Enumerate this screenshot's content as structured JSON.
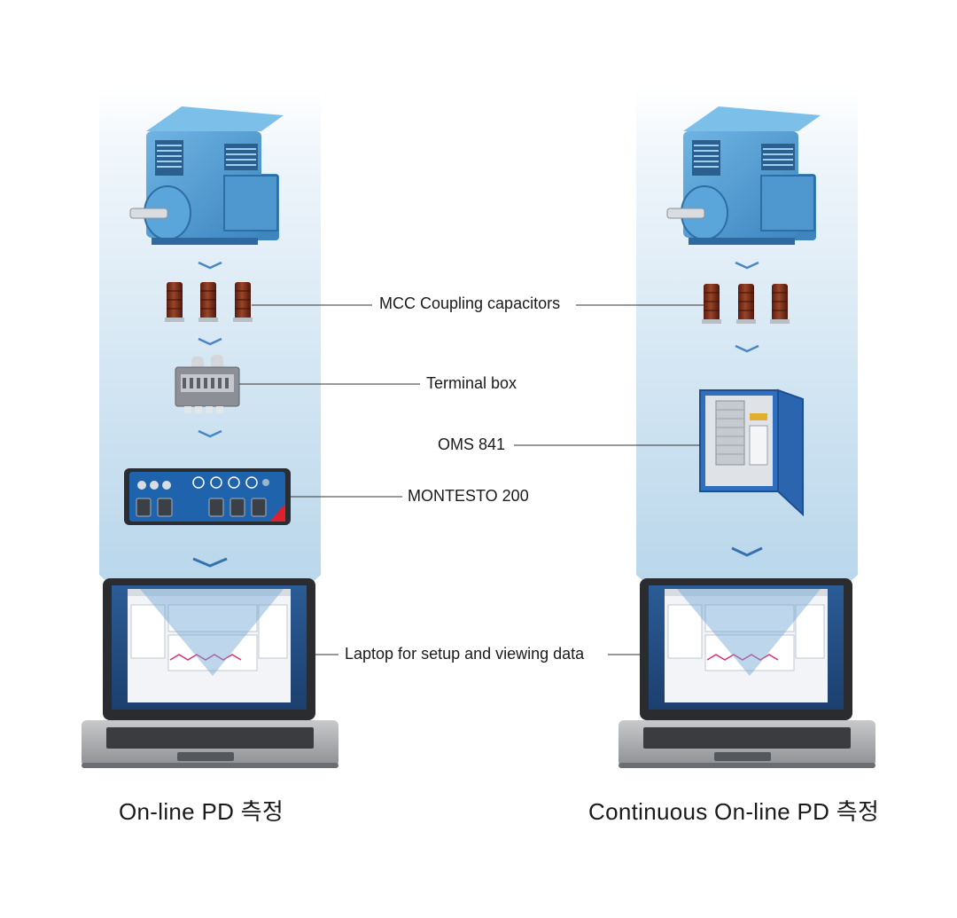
{
  "labels": {
    "coupling": "MCC Coupling capacitors",
    "terminal_box": "Terminal box",
    "oms": "OMS 841",
    "montesto": "MONTESTO 200",
    "laptop": "Laptop for setup and viewing data"
  },
  "captions": {
    "left": "On-line PD 측정",
    "right": "Continuous On-line PD 측정"
  },
  "colors": {
    "motor_blue": "#4d9ad1",
    "panel_top": "#ffffff",
    "panel_bottom": "#a9cde6",
    "capacitor": "#7b2d1c",
    "device_blue": "#1f63ad",
    "cabinet_blue": "#2f6fc0",
    "chevron": "#4a86c2"
  },
  "icons": {
    "motor": "electric-motor-icon",
    "capacitor": "coupling-capacitor-icon",
    "terminal_box": "terminal-box-icon",
    "montesto": "montesto-device-icon",
    "oms": "oms-cabinet-icon",
    "laptop": "laptop-icon",
    "chevron": "chevron-down-icon"
  }
}
